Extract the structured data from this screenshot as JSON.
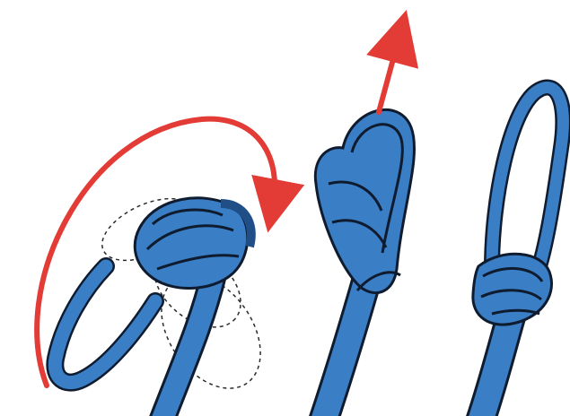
{
  "diagram": {
    "type": "knot-tying-steps",
    "steps": [
      {
        "id": 1,
        "motion": "rotate-loop-over"
      },
      {
        "id": 2,
        "motion": "pull-upward"
      },
      {
        "id": 3,
        "motion": "finished-loop"
      }
    ],
    "colors": {
      "webbing": "#3a7fc6",
      "webbing_dark": "#1f4f86",
      "outline": "#0f1b2e",
      "arrow": "#e33b35",
      "ghost_outline": "#2b2b2b",
      "background": "#ffffff"
    }
  }
}
